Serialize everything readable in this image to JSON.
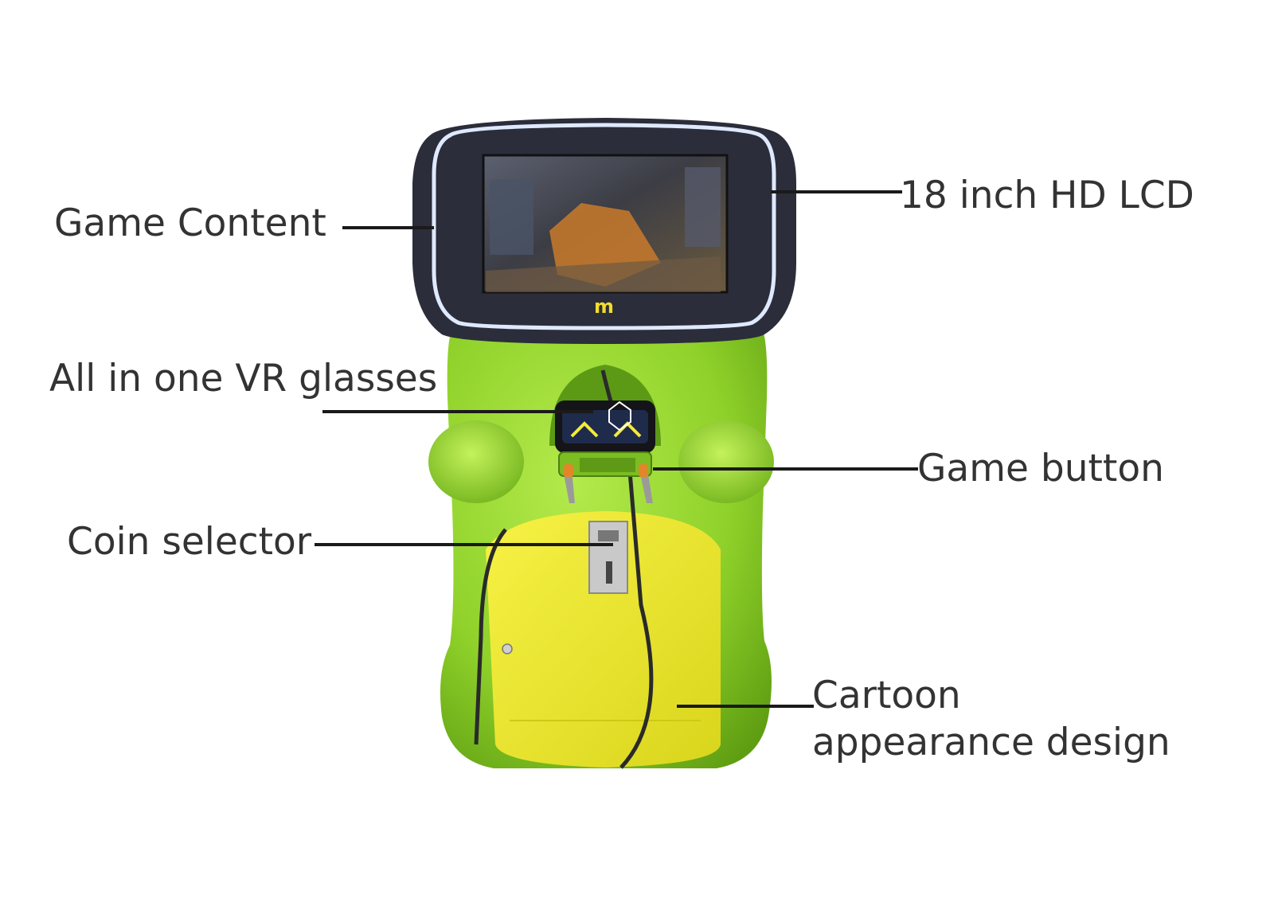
{
  "labels": {
    "game_content": "Game Content",
    "lcd": "18 inch HD LCD",
    "vr_glasses": "All in one VR glasses",
    "game_button": "Game button",
    "coin_selector": "Coin selector",
    "cartoon_line1": "Cartoon",
    "cartoon_line2": "appearance design"
  },
  "colors": {
    "body_green": "#8fd12a",
    "door_yellow": "#f2ec2e",
    "bezel": "#2b2d3a",
    "led_ring": "#dfe9ff",
    "text": "#333333"
  },
  "icons": {
    "logo": "m-logo-mark"
  }
}
